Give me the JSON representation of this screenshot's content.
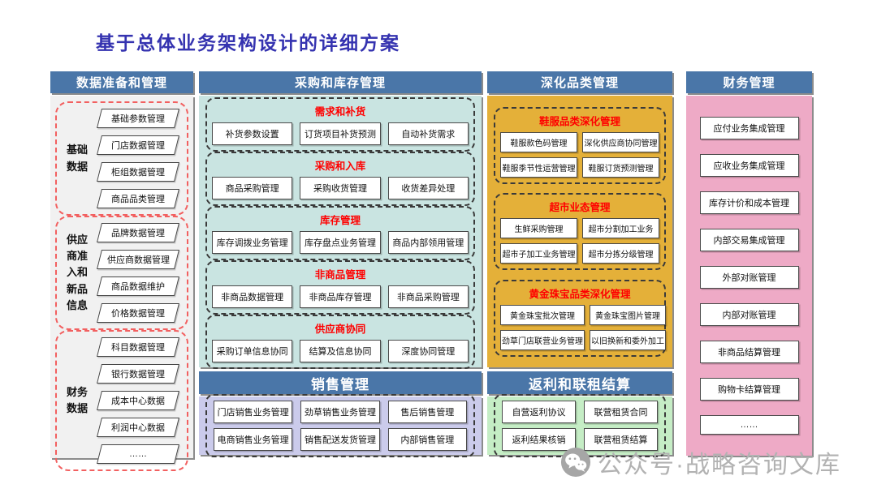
{
  "title": "基于总体业务架构设计的详细方案",
  "colors": {
    "header_blue": "#4a76a8",
    "teal": "#c9e4e1",
    "purple": "#cbcbeb",
    "yellow": "#e4b039",
    "green": "#c5edc5",
    "pink": "#eeaac6",
    "gray_panel": "#f1f1f1",
    "section_title_red": "#ff0000",
    "group_dashed_red": "#f26060",
    "title_blue": "#3533b0"
  },
  "panels": {
    "data_prep": {
      "header": "数据准备和管理",
      "groups": [
        {
          "label": "基础\n数据",
          "items": [
            "基础参数管理",
            "门店数据管理",
            "柜组数据管理",
            "商品品类管理"
          ]
        },
        {
          "label": "供应\n商准\n入和\n新品\n信息",
          "items": [
            "品牌数据管理",
            "供应商数据管理",
            "商品数据维护",
            "价格数据管理"
          ]
        },
        {
          "label": "财务\n数据",
          "items": [
            "科目数据管理",
            "银行数据管理",
            "成本中心数据",
            "利润中心数据",
            "……"
          ]
        }
      ]
    },
    "procurement": {
      "header": "采购和库存管理",
      "sections": [
        {
          "title": "需求和补货",
          "items": [
            "补货参数设置",
            "订货项目补货预测",
            "自动补货需求"
          ]
        },
        {
          "title": "采购和入库",
          "items": [
            "商品采购管理",
            "采购收货管理",
            "收货差异处理"
          ]
        },
        {
          "title": "库存管理",
          "items": [
            "库存调拨业务管理",
            "库存盘点业务管理",
            "商品内部领用管理"
          ]
        },
        {
          "title": "非商品管理",
          "items": [
            "非商品数据管理",
            "非商品库存管理",
            "非商品采购管理"
          ]
        },
        {
          "title": "供应商协同",
          "items": [
            "采购订单信息协同",
            "结算及信息协同",
            "深度协同管理"
          ]
        }
      ]
    },
    "sales": {
      "header": "销售管理",
      "rows": [
        [
          "门店销售业务管理",
          "劲草销售业务管理",
          "售后销售管理"
        ],
        [
          "电商销售业务管理",
          "销售配送发货管理",
          "内部销售管理"
        ]
      ]
    },
    "category": {
      "header": "深化品类管理",
      "sections": [
        {
          "title": "鞋服品类深化管理",
          "items": [
            "鞋服款色码管理",
            "深化供应商协同管理",
            "鞋服季节性运营管理",
            "鞋服订货预测管理"
          ]
        },
        {
          "title": "超市业态管理",
          "items": [
            "生鲜采购管理",
            "超市分割加工业务",
            "超市子加工业务管理",
            "超市分拣分级管理"
          ]
        },
        {
          "title": "黄金珠宝品类深化管理",
          "items": [
            "黄金珠宝批次管理",
            "黄金珠宝图片管理",
            "劲草门店联营业务管理",
            "以旧换新和委外加工"
          ]
        }
      ]
    },
    "rebate": {
      "header": "返利和联租结算",
      "items": [
        "自营返利协议",
        "联营租赁合同",
        "返利结果核销",
        "联营租赁结算"
      ]
    },
    "finance": {
      "header": "财务管理",
      "items": [
        "应付业务集成管理",
        "应收业务集成管理",
        "库存计价和成本管理",
        "内部交易集成管理",
        "外部对账管理",
        "内部对账管理",
        "非商品结算管理",
        "购物卡结算管理",
        "……"
      ]
    }
  },
  "watermark": {
    "text": "公众号·战略咨询文库",
    "icon": "wechat-logo"
  }
}
